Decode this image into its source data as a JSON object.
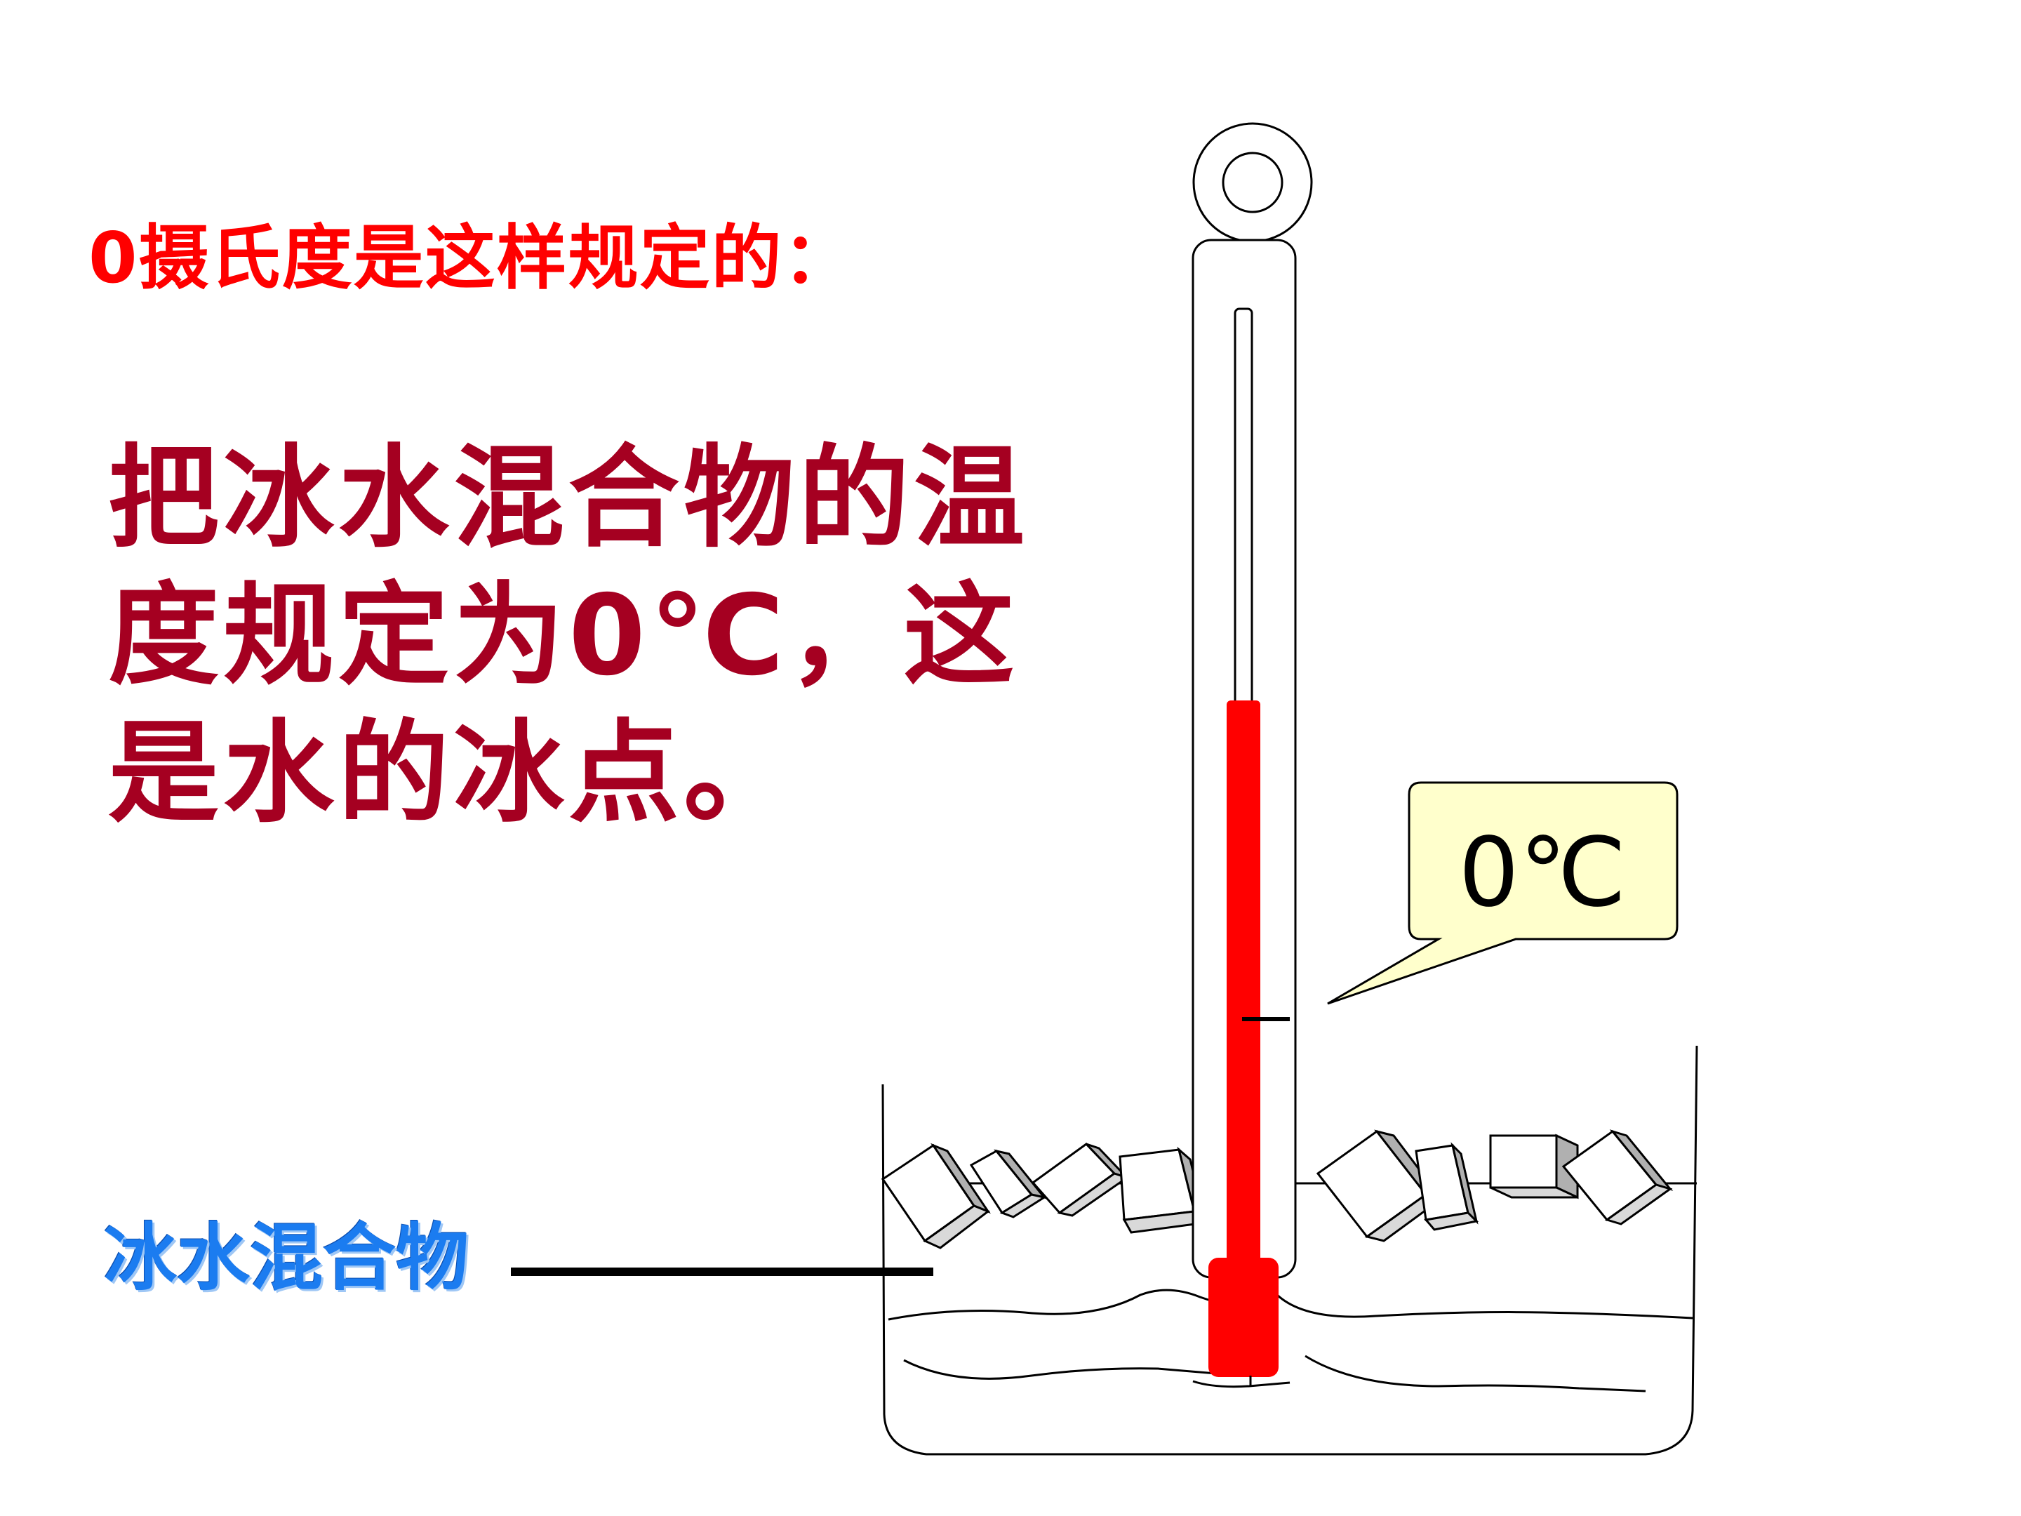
{
  "heading": "0摄氏度是这样规定的：",
  "body_lines": [
    "把冰水混合物的温",
    "度规定为0℃，这",
    "是水的冰点。"
  ],
  "mixture_label": "冰水混合物",
  "callout_value": "0℃",
  "colors": {
    "heading": "#ff0000",
    "body_text": "#a50021",
    "mixture_label": "#1b7cf0",
    "mercury": "#ff0000",
    "callout_fill": "#ffffcc"
  },
  "icons": [
    "thermometer-icon",
    "beaker-icon",
    "ice-cube-icon"
  ]
}
